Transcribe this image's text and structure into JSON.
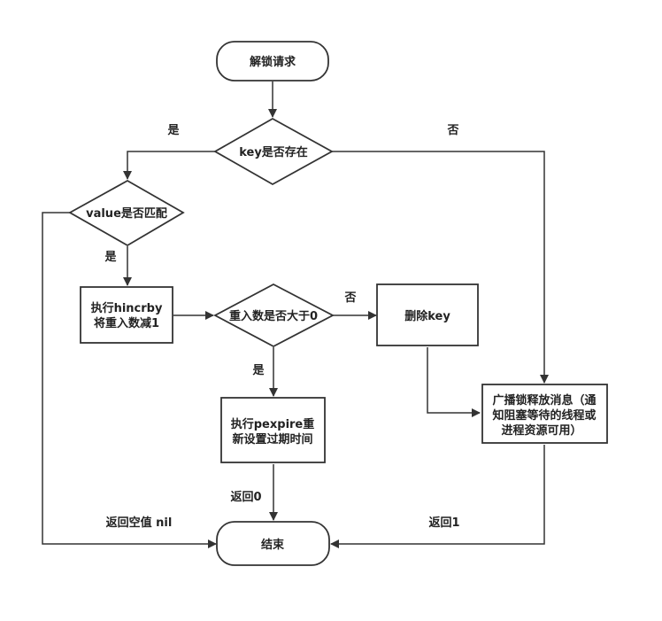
{
  "nodes": {
    "start": {
      "label": "解锁请求"
    },
    "key_exists": {
      "label": "key是否存在"
    },
    "value_match": {
      "label": "value是否匹配"
    },
    "hincrby": {
      "line1": "执行hincrby",
      "line2": "将重入数减1"
    },
    "reentry_check": {
      "label": "重入数是否大于0"
    },
    "delete_key": {
      "label": "删除key"
    },
    "pexpire": {
      "line1": "执行pexpire重",
      "line2": "新设置过期时间"
    },
    "broadcast": {
      "line1": "广播锁释放消息（通",
      "line2": "知阻塞等待的线程或",
      "line3": "进程资源可用）"
    },
    "end": {
      "label": "结束"
    }
  },
  "edges": {
    "key_yes": "是",
    "key_no": "否",
    "value_yes": "是",
    "reentry_no": "否",
    "reentry_yes": "是",
    "return_0": "返回0",
    "return_nil": "返回空值 nil",
    "return_1": "返回1"
  }
}
